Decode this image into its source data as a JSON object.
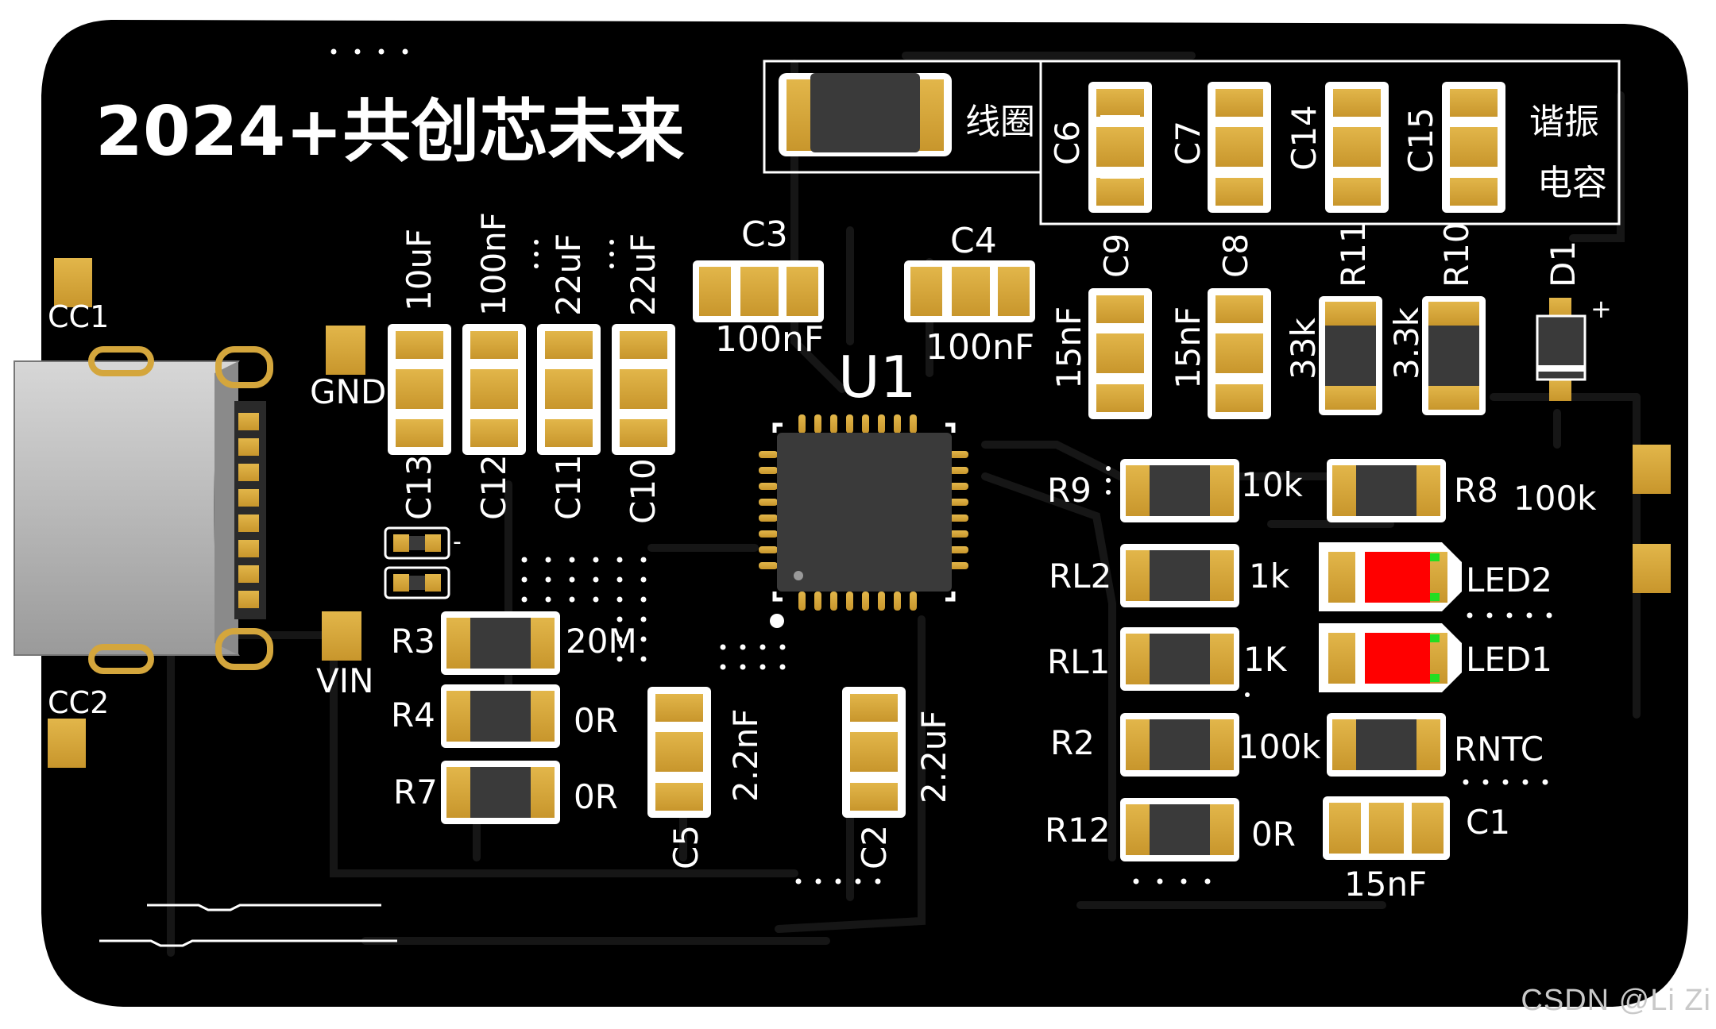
{
  "board": {
    "title": "2024+共创芯未来",
    "watermark": "CSDN @Li Zi",
    "colors": {
      "substrate": "#000000",
      "trace": "#151515",
      "gold": "#d4a63c",
      "silk": "#ffffff",
      "body": "#3a3a3a",
      "led": "#ff0000",
      "shell": "#bdbdbd"
    }
  },
  "groups": {
    "coil_label": "线圈",
    "resonance_label_1": "谐振",
    "resonance_label_2": "电容"
  },
  "labels": {
    "cc1": "CC1",
    "cc2": "CC2",
    "gnd": "GND",
    "vin": "VIN",
    "u1": "U1",
    "d1": "D1",
    "d1_mark": "+",
    "c13_mark": "-",
    "c3": "C3",
    "c3_val": "100nF",
    "c4": "C4",
    "c4_val": "100nF",
    "c13_val": "10uF",
    "c12_val": "100nF",
    "c11_val": "22uF",
    "c10_val": "22uF",
    "c13": "C13",
    "c12": "C12",
    "c11": "C11",
    "c10": "C10",
    "c6": "C6",
    "c7": "C7",
    "c14": "C14",
    "c15": "C15",
    "c9": "C9",
    "c8": "C8",
    "r11": "R11",
    "r10": "R10",
    "c9_val": "15nF",
    "c8_val": "15nF",
    "r11_val": "33k",
    "r10_val": "3.3k",
    "r3": "R3",
    "r3_val": "20M",
    "r4": "R4",
    "r4_val": "0R",
    "r7": "R7",
    "r7_val": "0R",
    "c5": "C5",
    "c5_val": "2.2nF",
    "c2": "C2",
    "c2_val": "2.2uF",
    "r9": "R9",
    "r9_val": "10k",
    "r8": "R8",
    "r8_val": "100k",
    "rl2": "RL2",
    "rl2_val": "1k",
    "led2": "LED2",
    "rl1": "RL1",
    "rl1_val": "1K",
    "led1": "LED1",
    "r2": "R2",
    "r2_val": "100k",
    "rntc": "RNTC",
    "r12": "R12",
    "r12_val": "0R",
    "c1": "C1",
    "c1_val": "15nF"
  }
}
